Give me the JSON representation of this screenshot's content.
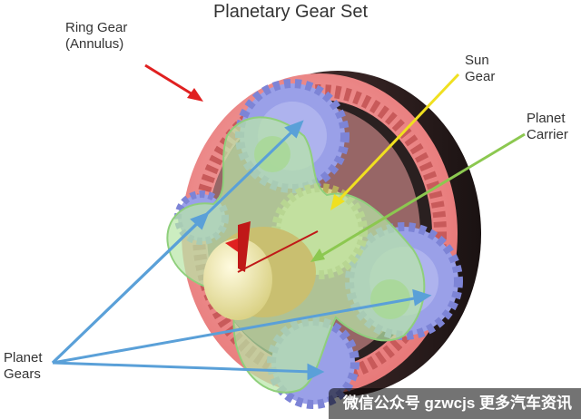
{
  "title": "Planetary Gear Set",
  "labels": {
    "ring_gear_line1": "Ring Gear",
    "ring_gear_line2": "(Annulus)",
    "sun_gear_line1": "Sun",
    "sun_gear_line2": "Gear",
    "planet_carrier_line1": "Planet",
    "planet_carrier_line2": "Carrier",
    "planet_gears_line1": "Planet",
    "planet_gears_line2": "Gears"
  },
  "watermark": "微信公众号 gzwcjs 更多汽车资讯",
  "colors": {
    "ring_gear": "#f08a8a",
    "ring_gear_shadow": "#3a2a2a",
    "planet_gears": "#9aa0e8",
    "planet_carrier": "#b9e6a8",
    "sun_gear": "#d9d18a",
    "shaft": "#f3eba8",
    "arrow_ring": "#e02020",
    "arrow_sun": "#f0e020",
    "arrow_carrier": "#8cc850",
    "arrow_planets": "#5aa0d8"
  }
}
